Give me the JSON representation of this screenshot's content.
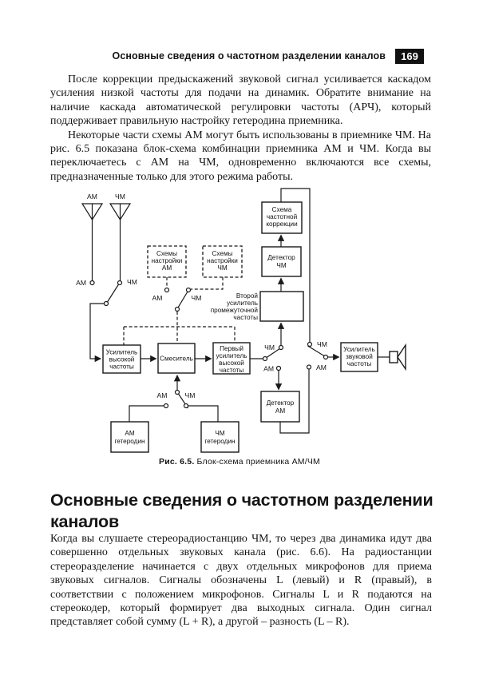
{
  "header": {
    "running_title": "Основные сведения о частотном разделении каналов",
    "page_number": "169"
  },
  "paragraphs": {
    "p1": "После коррекции предыскажений звуковой сигнал усиливается каскадом усиления низкой частоты для подачи на динамик. Обратите внимание на наличие каскада автоматической регулировки частоты (АРЧ), который поддерживает правильную настройку гетеродина приемника.",
    "p2": "Некоторые части схемы АМ могут быть использованы в приемнике ЧМ. На рис. 6.5 показана блок-схема комбинации приемника АМ и ЧМ. Когда вы переключаетесь с АМ на ЧМ, одновременно включаются все схемы, предназначенные только для этого режима работы.",
    "p3": "Когда вы слушаете стереорадиостанцию ЧМ, то через два динамика идут два совершенно отдельных звуковых канала (рис. 6.6). На радиостанции стереоразделение начинается с двух отдельных микрофонов для приема звуковых сигналов. Сигналы обозначены L (левый) и R (правый), в соответствии с положением микрофонов. Сигналы L и R подаются на стереокодер, который формирует два выходных сигнала. Один сигнал представляет собой сумму (L + R), а другой – разность (L – R)."
  },
  "section_heading": "Основные сведения о частотном разделении каналов",
  "figure": {
    "caption_label": "Рис. 6.5.",
    "caption_text": " Блок-схема приемника АМ/ЧМ",
    "labels": {
      "am": "АМ",
      "fm": "ЧМ"
    },
    "blocks": {
      "rf_amp": [
        "Усилитель",
        "высокой",
        "частоты"
      ],
      "mixer": [
        "Смеситель"
      ],
      "first_if": [
        "Первый",
        "усилитель",
        "высокой",
        "частоты"
      ],
      "second_if_label": [
        "Второй",
        "усилитель",
        "промежуточной",
        "частоты"
      ],
      "fm_detector": [
        "Детектор",
        "ЧМ"
      ],
      "freq_correction": [
        "Схема",
        "частотной",
        "коррекции"
      ],
      "am_detector": [
        "Детектор",
        "АМ"
      ],
      "am_oscillator": [
        "АМ",
        "гетеродин"
      ],
      "fm_oscillator": [
        "ЧМ",
        "гетеродин"
      ],
      "audio_amp": [
        "Усилитель",
        "звуковой",
        "частоты"
      ],
      "tuning_am": [
        "Схемы",
        "настройки",
        "АМ"
      ],
      "tuning_fm": [
        "Схемы",
        "настройки",
        "ЧМ"
      ]
    }
  }
}
